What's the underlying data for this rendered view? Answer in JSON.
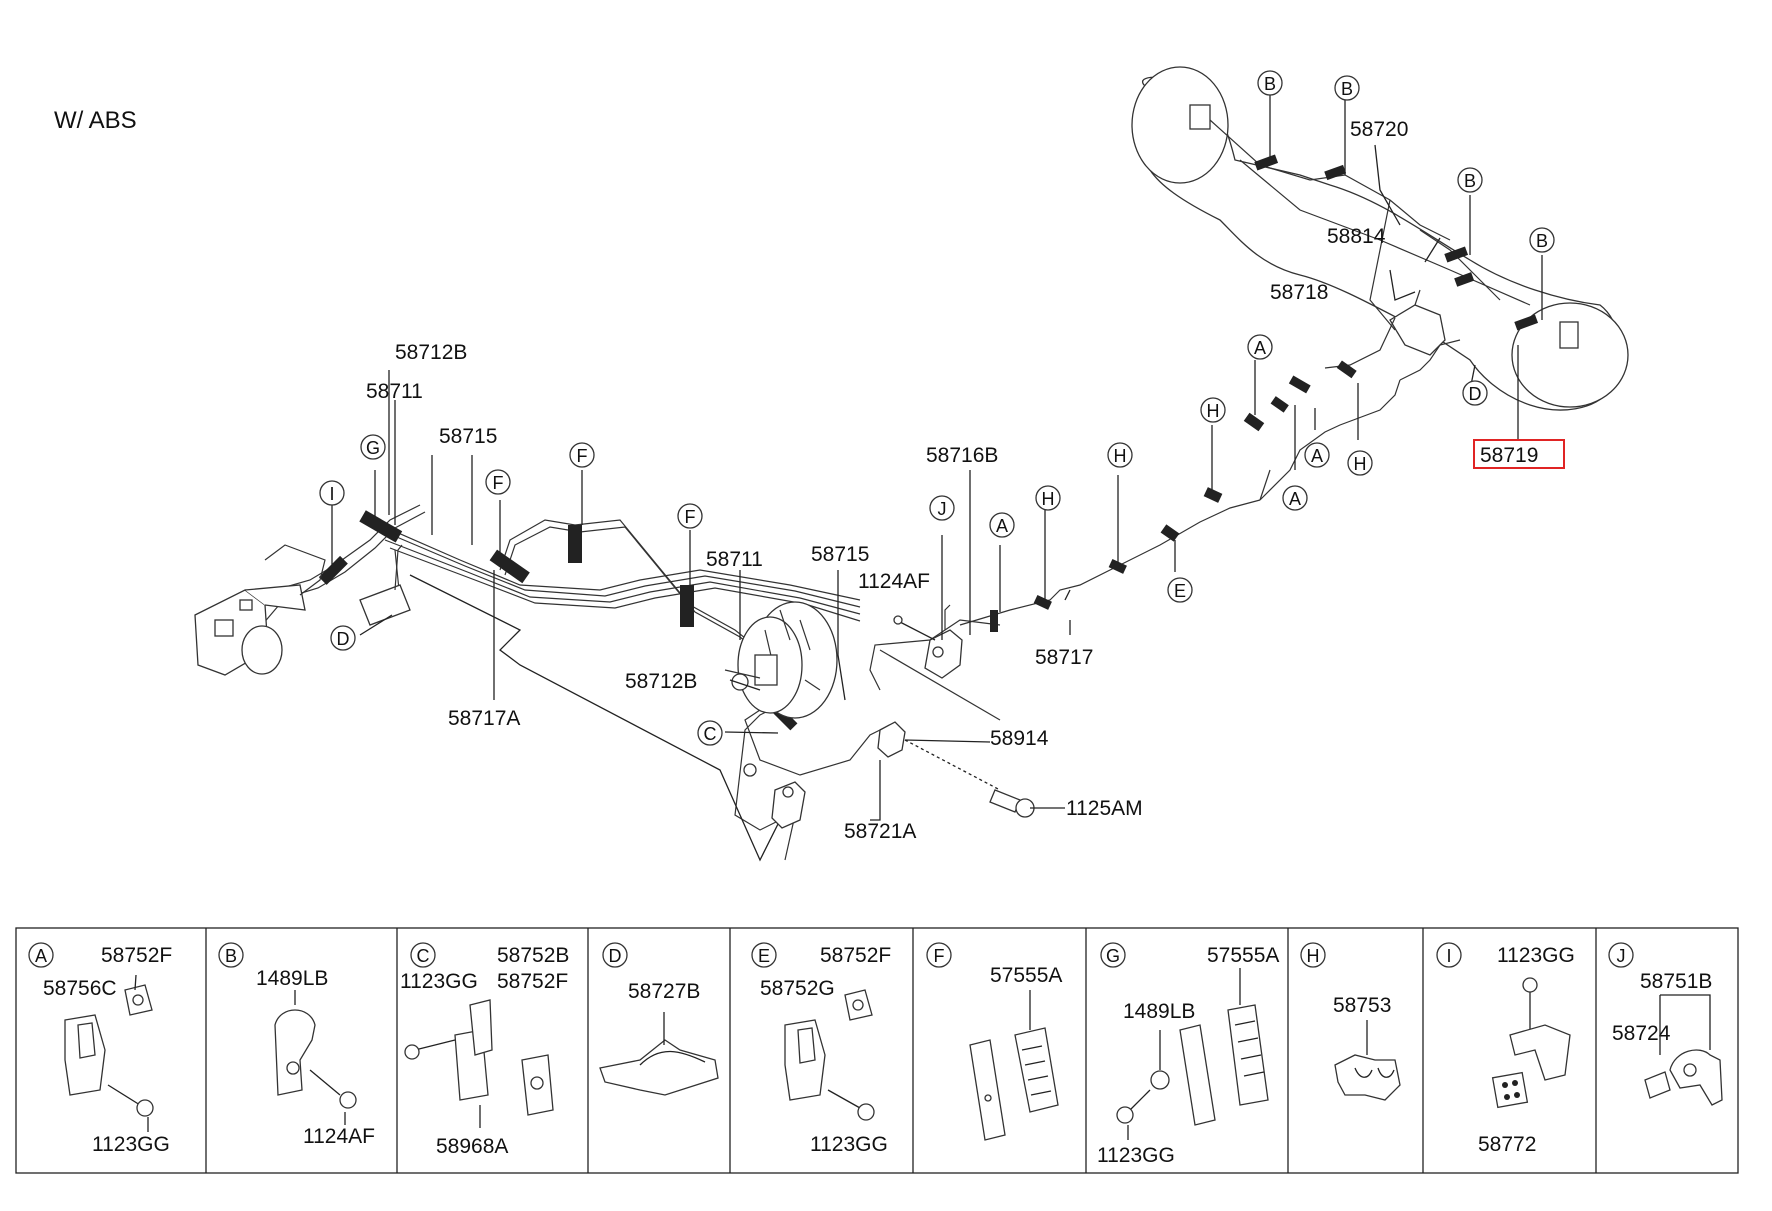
{
  "title": "W/ ABS",
  "highlight_part": "58719",
  "main_labels": {
    "l58712B_top": "58712B",
    "l58711_left": "58711",
    "l58715_left": "58715",
    "l58717A": "58717A",
    "l58711_mid": "58711",
    "l58715_mid": "58715",
    "l58712B_mid": "58712B",
    "l1124AF": "1124AF",
    "l58716B": "58716B",
    "l58717": "58717",
    "l58914": "58914",
    "l1125AM": "1125AM",
    "l58721A": "58721A",
    "l58720": "58720",
    "l58814": "58814",
    "l58718": "58718",
    "l58719": "58719"
  },
  "callouts": {
    "I": "I",
    "G": "G",
    "F": "F",
    "D": "D",
    "C": "C",
    "J": "J",
    "A": "A",
    "H": "H",
    "E": "E",
    "B": "B"
  },
  "legend": [
    {
      "key": "A",
      "parts": [
        "58752F",
        "58756C",
        "1123GG"
      ]
    },
    {
      "key": "B",
      "parts": [
        "1489LB",
        "1124AF"
      ]
    },
    {
      "key": "C",
      "parts": [
        "1123GG",
        "58752B",
        "58752F",
        "58968A"
      ]
    },
    {
      "key": "D",
      "parts": [
        "58727B"
      ]
    },
    {
      "key": "E",
      "parts": [
        "58752F",
        "58752G",
        "1123GG"
      ]
    },
    {
      "key": "F",
      "parts": [
        "57555A"
      ]
    },
    {
      "key": "G",
      "parts": [
        "57555A",
        "1489LB",
        "1123GG"
      ]
    },
    {
      "key": "H",
      "parts": [
        "58753"
      ]
    },
    {
      "key": "I",
      "parts": [
        "1123GG",
        "58772"
      ]
    },
    {
      "key": "J",
      "parts": [
        "58751B",
        "58724"
      ]
    }
  ],
  "colors": {
    "line": "#222222",
    "highlight": "#e02424",
    "background": "#ffffff"
  }
}
